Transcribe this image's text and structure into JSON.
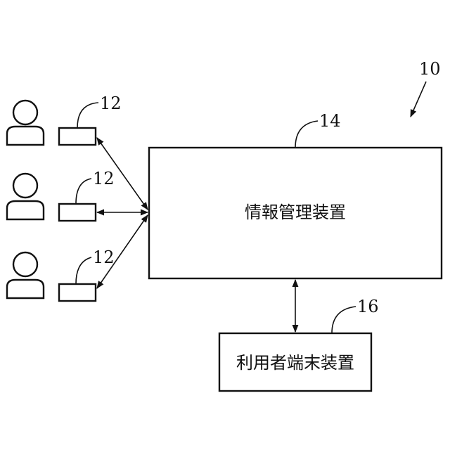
{
  "figure_ref": "10",
  "terminals": [
    {
      "ref": "12"
    },
    {
      "ref": "12"
    },
    {
      "ref": "12"
    }
  ],
  "info_device": {
    "ref": "14",
    "label": "情報管理装置"
  },
  "user_terminal": {
    "ref": "16",
    "label": "利用者端末装置"
  }
}
